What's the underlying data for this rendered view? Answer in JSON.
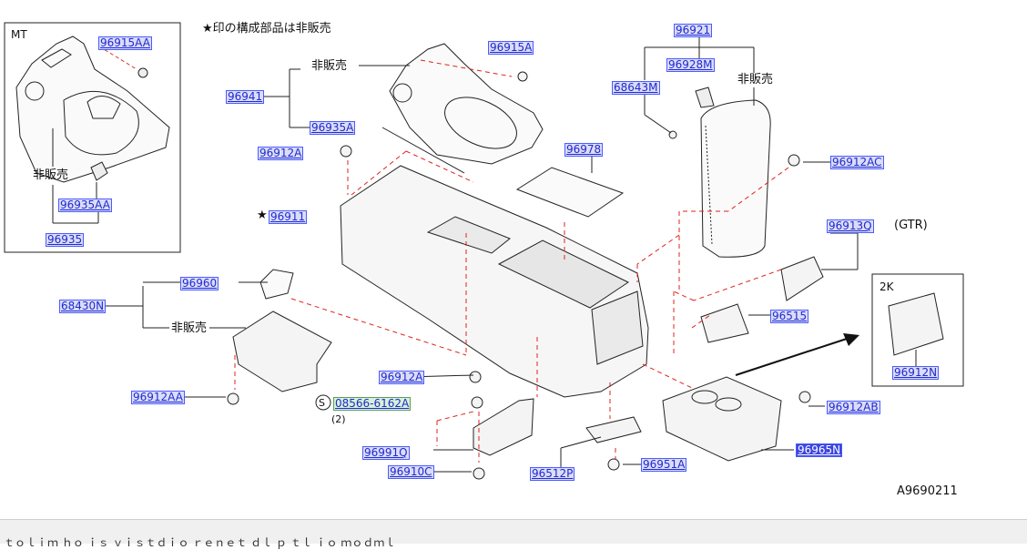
{
  "note": "★印の構成部品は非販売",
  "drawing_code": "A9690211",
  "mt_box": {
    "title": "MT",
    "not_for_sale": "非販売",
    "parts": {
      "p96915AA": "96915AA",
      "p96935AA": "96935AA",
      "p96935": "96935"
    }
  },
  "twok_box": {
    "title": "2K",
    "parts": {
      "p96912N": "96912N"
    }
  },
  "gtr_label": "(GTR)",
  "not_for_sale": "非販売",
  "star": "★",
  "screw_symbol": "S",
  "screw_qty": "(2)",
  "parts": {
    "p96921": "96921",
    "p96928M": "96928M",
    "p68643M": "68643M",
    "p96915A": "96915A",
    "p96941": "96941",
    "p96935A": "96935A",
    "p96912A_top": "96912A",
    "p96978": "96978",
    "p96912AC": "96912AC",
    "p96911": "96911",
    "p96913Q": "96913Q",
    "p96960": "96960",
    "p68430N": "68430N",
    "p96515": "96515",
    "p96912A_mid": "96912A",
    "p96912AA": "96912AA",
    "p08566": "08566-6162A",
    "p96912AB": "96912AB",
    "p96991Q": "96991Q",
    "p96965N": "96965N",
    "p96910C": "96910C",
    "p96512P": "96512P",
    "p96951A": "96951A"
  },
  "status_bar": "ｔｏｌｉｍ ｈｏ ｉｓ ｖｉｓｔｄｉｏ ｒｅｎｅｔ ｄｌ ｐ ｔｌ ｉｏ ｍｏｄｍｌ"
}
